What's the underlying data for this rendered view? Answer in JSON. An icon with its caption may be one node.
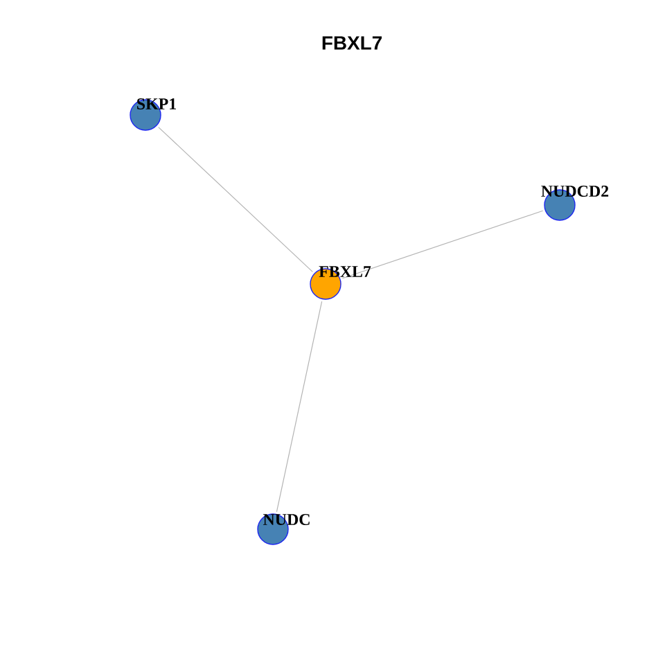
{
  "diagram": {
    "title": "FBXL7",
    "nodes": [
      {
        "text": [
          "SKP1"
        ]
      },
      {
        "text": [
          "NUDCD2"
        ]
      },
      {
        "text": [
          "FBXL7"
        ]
      },
      {
        "text": [
          "NUDC"
        ]
      }
    ],
    "edges": [
      {
        "from": 2,
        "to": 0,
        "arrow": "none"
      },
      {
        "from": 2,
        "to": 1,
        "arrow": "none"
      },
      {
        "from": 2,
        "to": 3,
        "arrow": "none"
      }
    ]
  }
}
